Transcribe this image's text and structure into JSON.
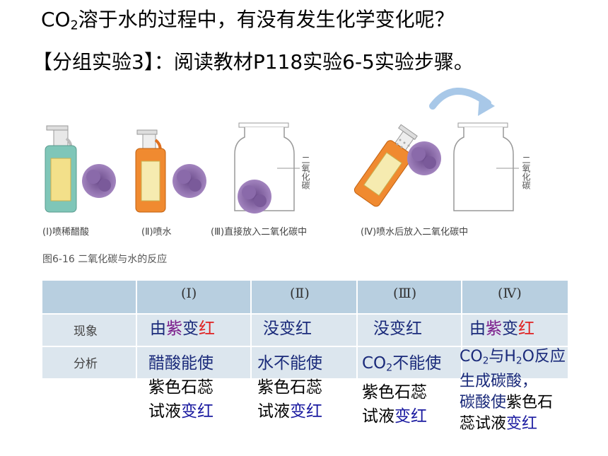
{
  "heading": {
    "question_pre": "CO",
    "question_sub": "2",
    "question_post": "溶于水的过程中，有没有发生化学变化呢？",
    "experiment": "【分组实验3】：阅读教材P118实验6-5实验步骤。"
  },
  "figure": {
    "gas_label": "二氧化碳",
    "captions": [
      "(Ⅰ)喷稀醋酸",
      "(Ⅱ)喷水",
      "(Ⅲ)直接放入二氧化碳中",
      "(Ⅳ)喷水后放入二氧化碳中"
    ],
    "title": "图6-16  二氧化碳与水的反应"
  },
  "table": {
    "headers": [
      "(Ⅰ)",
      "(Ⅱ)",
      "(Ⅲ)",
      "(Ⅳ)"
    ],
    "row_labels": [
      "现象",
      "分析"
    ],
    "phenomena": {
      "c1": {
        "a": "由",
        "b": "紫",
        "c": "变",
        "d": "红"
      },
      "c2": "没变红",
      "c3": "没变红",
      "c4": {
        "a": "由",
        "b": "紫",
        "c": "变",
        "d": "红"
      }
    },
    "analysis": {
      "c1": {
        "l1": "醋酸能使",
        "l2": "紫色石蕊",
        "l3a": "试液",
        "l3b": "变红"
      },
      "c2": {
        "l1": "水不能使",
        "l2": "紫色石蕊",
        "l3a": "试液",
        "l3b": "变红"
      },
      "c3": {
        "l1a": "CO",
        "l1sub": "2",
        "l1b": "不能使",
        "l2": "紫色石蕊",
        "l3a": "试液",
        "l3b": "变红"
      },
      "c4": {
        "l1a": "CO",
        "l1sub": "2",
        "l1b": "与H",
        "l1sub2": "2",
        "l1c": "O反应",
        "l2": "生成碳酸，",
        "l3a": "碳酸使",
        "l3b": "紫色石",
        "l4a": "蕊试液",
        "l4b": "变红"
      }
    }
  }
}
